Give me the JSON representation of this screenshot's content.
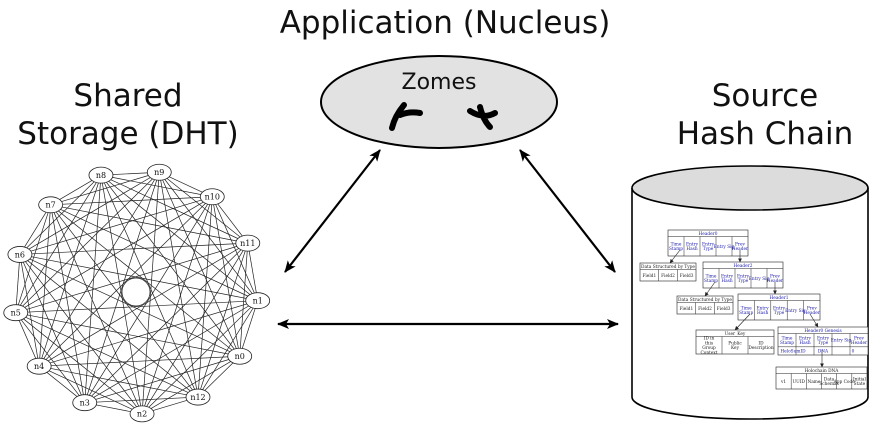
{
  "titles": {
    "top": "Application (Nucleus)",
    "left_line1": "Shared",
    "left_line2": "Storage (DHT)",
    "right_line1": "Source",
    "right_line2": "Hash Chain"
  },
  "ellipse_label": "Zomes",
  "dht_nodes": [
    "n9",
    "n10",
    "n11",
    "n1",
    "n0",
    "n12",
    "n2",
    "n3",
    "n4",
    "n5",
    "n6",
    "n7",
    "n8"
  ],
  "chain": {
    "header0": {
      "title": "Header0",
      "cells": [
        "Time Stamp",
        "Entry Hash",
        "Entry Type",
        "Entry Sig",
        "Prev Header"
      ]
    },
    "ds1": {
      "title": "Data Structured by Type",
      "cells": [
        "Field1",
        "Field2",
        "Field3"
      ]
    },
    "header2": {
      "title": "Header2",
      "cells": [
        "Time Stamp",
        "Entry Hash",
        "Entry Type",
        "Entry Sig",
        "Prev Header"
      ]
    },
    "ds2": {
      "title": "Data Structured by Type",
      "cells": [
        "Field1",
        "Field2",
        "Field3"
      ]
    },
    "header1": {
      "title": "Header1",
      "cells": [
        "Time Stamp",
        "Entry Hash",
        "Entry Type",
        "Entry Sig",
        "Prev Header"
      ]
    },
    "userkey": {
      "title": "User_Key",
      "cells": [
        "ID in this Group Context",
        "Public Key",
        "ID Description"
      ]
    },
    "headerg": {
      "title": "Header0 Genesis",
      "cells": [
        "Time Stamp",
        "Entry Hash",
        "Entry Type",
        "Entry Sig",
        "Prev Header"
      ],
      "values": [
        "HeloSumID",
        "DNA",
        "0"
      ]
    },
    "dna": {
      "title": "Holochain DNA",
      "cells": [
        "v1",
        "UUID",
        "Name",
        "Data Schemas",
        "App Code",
        "Initial State"
      ]
    }
  }
}
